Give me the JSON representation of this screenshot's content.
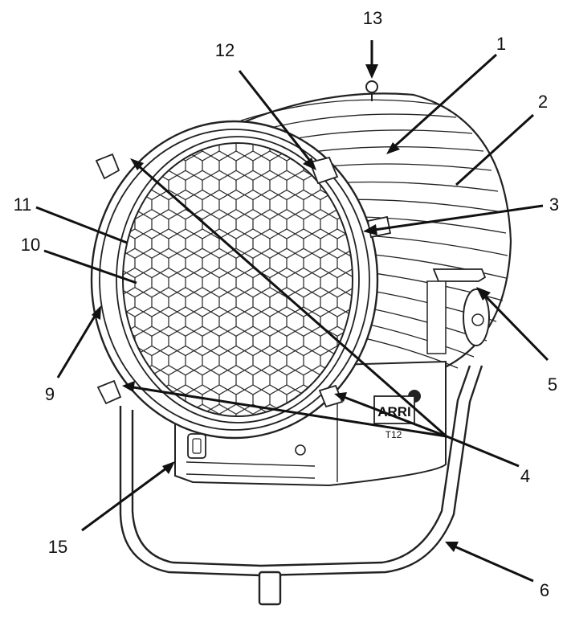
{
  "diagram": {
    "callouts": [
      {
        "id": "c1",
        "text": "1"
      },
      {
        "id": "c2",
        "text": "2"
      },
      {
        "id": "c3",
        "text": "3"
      },
      {
        "id": "c4",
        "text": "4"
      },
      {
        "id": "c5",
        "text": "5"
      },
      {
        "id": "c6",
        "text": "6"
      },
      {
        "id": "c9",
        "text": "9"
      },
      {
        "id": "c10",
        "text": "10"
      },
      {
        "id": "c11",
        "text": "11"
      },
      {
        "id": "c12",
        "text": "12"
      },
      {
        "id": "c13",
        "text": "13"
      },
      {
        "id": "c15",
        "text": "15"
      }
    ],
    "fixture_badge": "T12",
    "logo_text": "ARRI",
    "colors": {
      "ink": "#111111",
      "paper": "#ffffff"
    }
  }
}
